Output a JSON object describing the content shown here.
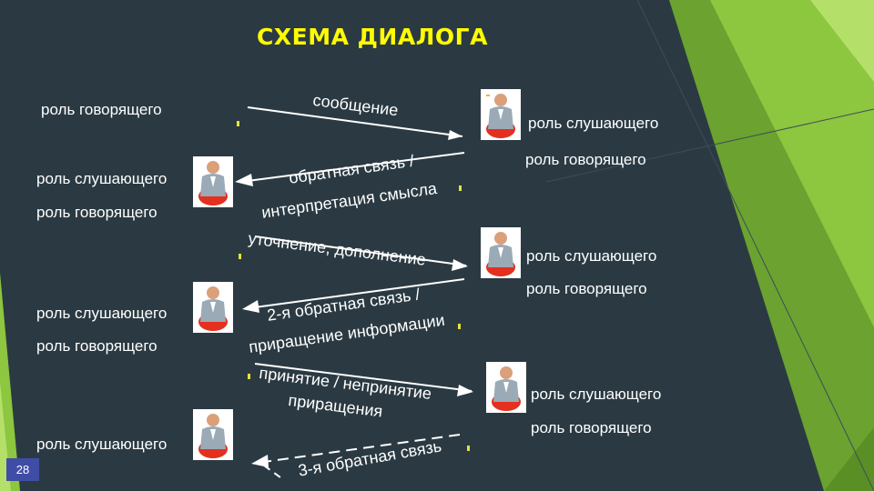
{
  "slide": {
    "title": "СХЕМА ДИАЛОГА",
    "page_number": "28"
  },
  "roles": {
    "r1_left_speaker": "роль говорящего",
    "r1_right_listener": "роль слушающего",
    "r2_left_listener": "роль слушающего",
    "r2_left_speaker": "роль говорящего",
    "r2_right_speaker": "роль говорящего",
    "r3_right_listener": "роль слушающего",
    "r3_right_speaker": "роль говорящего",
    "r4_left_listener": "роль слушающего",
    "r4_left_speaker": "роль говорящего",
    "r5_right_listener": "роль слушающего",
    "r5_right_speaker": "роль говорящего",
    "r6_left_listener": "роль слушающего"
  },
  "messages": {
    "m1": "сообщение",
    "m2_line1": "обратная связь /",
    "m2_line2": "интерпретация смысла",
    "m3": "уточнение, дополнение",
    "m4_line1": "2-я обратная связь /",
    "m4_line2": "приращение информации",
    "m5_line1": "принятие / непринятие",
    "m5_line2": "приращения",
    "m6": "3-я обратная связь"
  },
  "colors": {
    "background": "#2b3a42",
    "accent_green": "#8dc63f",
    "title": "#fffb00",
    "text": "#ffffff",
    "page_badge": "#3f4da6"
  }
}
